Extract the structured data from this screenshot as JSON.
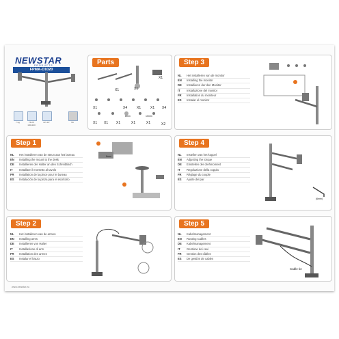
{
  "brand": {
    "name": "NEWSTAR",
    "sub": "PRODUCTS",
    "model": "FPMA-D1020"
  },
  "features": [
    {
      "label": "7 kg",
      "icon": "weight-icon"
    },
    {
      "label": "75x75 100x100",
      "icon": "vesa-icon"
    },
    {
      "label": "10\"-26\"",
      "icon": "screen-size-icon"
    },
    {
      "label": "Tilt",
      "icon": "tilt-icon"
    }
  ],
  "parts": {
    "title": "Parts",
    "quantities": [
      "X1",
      "X1",
      "X1",
      "X1",
      "X4",
      "X1",
      "X1",
      "X4",
      "X1",
      "X1",
      "X1",
      "X1",
      "X1",
      "X2"
    ],
    "labels": [
      "8mm",
      "10mm"
    ]
  },
  "steps": [
    {
      "title": "Step 1",
      "rows": [
        {
          "code": "NL",
          "text": "Het installeren van de steun aan het bureau"
        },
        {
          "code": "EN",
          "text": "Installing the mount to the desk"
        },
        {
          "code": "DE",
          "text": "Installieren der Halter an den Schreibtisch"
        },
        {
          "code": "IT",
          "text": "Installare il morsetto al tavolo"
        },
        {
          "code": "FR",
          "text": "Installation de la pince pour le bureau"
        },
        {
          "code": "ES",
          "text": "Instalación de la pinza para el escritorio"
        }
      ]
    },
    {
      "title": "Step 2",
      "rows": [
        {
          "code": "NL",
          "text": "Het installeren van de armen"
        },
        {
          "code": "EN",
          "text": "Installing arms"
        },
        {
          "code": "DE",
          "text": "Installieren von Halter"
        },
        {
          "code": "IT",
          "text": "Installazione di arm"
        },
        {
          "code": "FR",
          "text": "Installation des armes"
        },
        {
          "code": "ES",
          "text": "Instalar el brazo"
        }
      ]
    },
    {
      "title": "Step 3",
      "rows": [
        {
          "code": "NL",
          "text": "Het installeren van de monitor"
        },
        {
          "code": "EN",
          "text": "Installing the monitor"
        },
        {
          "code": "DE",
          "text": "Installieren der den Monitor"
        },
        {
          "code": "IT",
          "text": "Installazione del monitor"
        },
        {
          "code": "FR",
          "text": "Installation du moniteur"
        },
        {
          "code": "ES",
          "text": "Instalar el monitor"
        }
      ]
    },
    {
      "title": "Step 4",
      "rows": [
        {
          "code": "NL",
          "text": "Instellen van het koppel"
        },
        {
          "code": "EN",
          "text": "Adjusting the torque"
        },
        {
          "code": "DE",
          "text": "Einstellen der drehmoment"
        },
        {
          "code": "IT",
          "text": "Regolazione della coppia"
        },
        {
          "code": "FR",
          "text": "Réglage du couple"
        },
        {
          "code": "ES",
          "text": "Ajuste del par"
        }
      ]
    },
    {
      "title": "Step 5",
      "rows": [
        {
          "code": "NL",
          "text": "Kabelmanagement"
        },
        {
          "code": "EN",
          "text": "Routing Cables"
        },
        {
          "code": "DE",
          "text": "Kabelmanagement"
        },
        {
          "code": "IT",
          "text": "Gestione dei cavi"
        },
        {
          "code": "FR",
          "text": "Gestion des câbles"
        },
        {
          "code": "ES",
          "text": "De gestión de cables"
        }
      ]
    }
  ],
  "step1_label": "8mm",
  "step4_label": "(6mm)",
  "step5_label": "Cable tie",
  "footer": "www.newstar.eu"
}
